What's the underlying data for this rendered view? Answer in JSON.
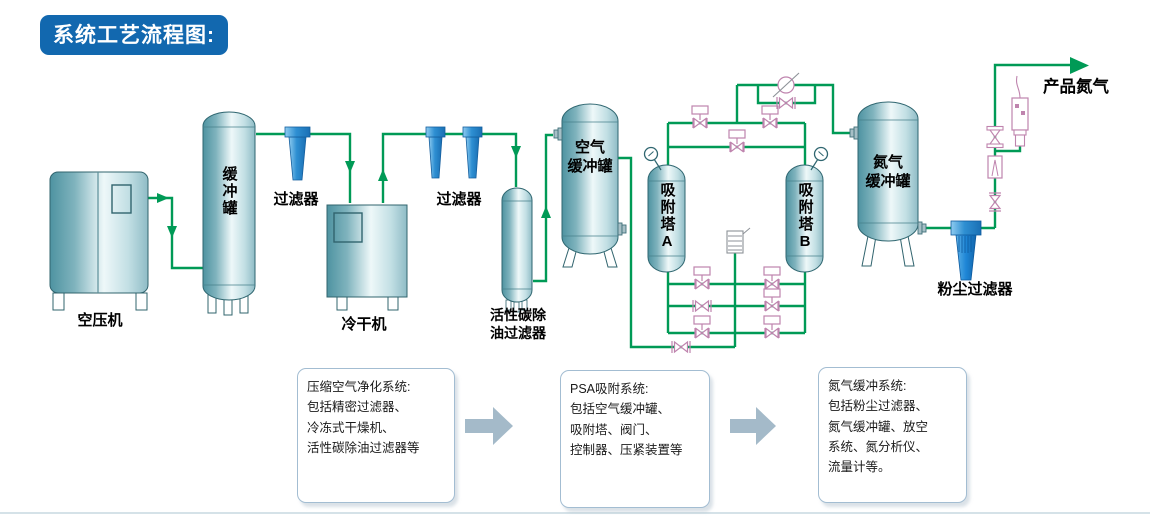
{
  "title": "系统工艺流程图:",
  "labels": {
    "compressor": "空压机",
    "buffer_tank": "缓冲罐",
    "filter_1": "过滤器",
    "dryer": "冷干机",
    "filter_2": "过滤器",
    "carbon_filter_l1": "活性碳除",
    "carbon_filter_l2": "油过滤器",
    "air_tank_l1": "空气",
    "air_tank_l2": "缓冲罐",
    "tower_a": "吸附塔A",
    "tower_b": "吸附塔B",
    "n2_tank_l1": "氮气",
    "n2_tank_l2": "缓冲罐",
    "dust_filter": "粉尘过滤器",
    "product": "产品氮气"
  },
  "info_boxes": [
    {
      "lines": [
        "压缩空气净化系统:",
        "包括精密过滤器、",
        "冷冻式干燥机、",
        "活性碳除油过滤器等"
      ]
    },
    {
      "lines": [
        "PSA吸附系统:",
        "包括空气缓冲罐、",
        "吸附塔、阀门、",
        "控制器、压紧装置等"
      ]
    },
    {
      "lines": [
        "氮气缓冲系统:",
        "包括粉尘过滤器、",
        "氮气缓冲罐、放空",
        "系统、氮分析仪、",
        "流量计等。"
      ]
    }
  ],
  "colors": {
    "pipe_green": "#009a56",
    "valve_pink": "#bf84ae",
    "title_bg": "#1268af",
    "vessel_teal": "#4e93a1",
    "filter_blue": "#2e8fd2",
    "flow_arrow_gray": "#a4bac9"
  }
}
